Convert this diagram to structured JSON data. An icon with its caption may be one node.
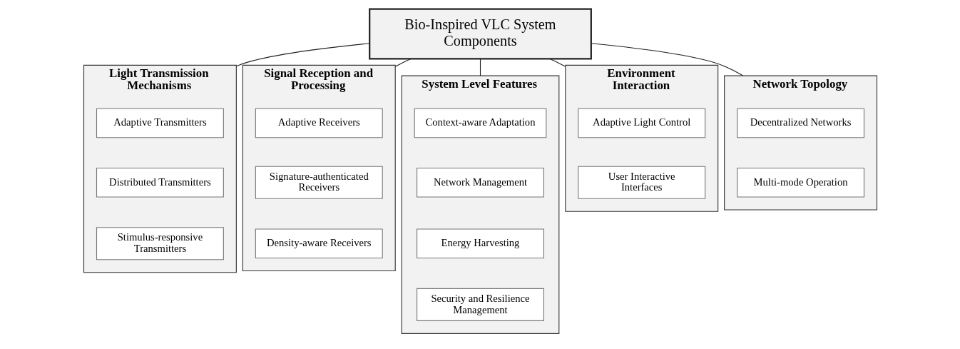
{
  "diagram": {
    "nodes": [
      {
        "text": [
          "Bio-Inspired VLC System Components"
        ]
      },
      {
        "text": [
          "Light Transmission Mechanisms"
        ]
      },
      {
        "text": [
          "Adaptive Transmitters"
        ],
        "in": 1
      },
      {
        "text": [
          "Distributed Transmitters"
        ],
        "in": 1
      },
      {
        "text": [
          "Stimulus-responsive Transmitters"
        ],
        "in": 1
      },
      {
        "text": [
          "Signal Reception and Processing"
        ]
      },
      {
        "text": [
          "Adaptive Receivers"
        ],
        "in": 5
      },
      {
        "text": [
          "Signature-authenticated Receivers"
        ],
        "in": 5
      },
      {
        "text": [
          "Density-aware Receivers"
        ],
        "in": 5
      },
      {
        "text": [
          "System Level Features"
        ]
      },
      {
        "text": [
          "Context-aware Adaptation"
        ],
        "in": 9
      },
      {
        "text": [
          "Network Management"
        ],
        "in": 9
      },
      {
        "text": [
          "Energy Harvesting"
        ],
        "in": 9
      },
      {
        "text": [
          "Security and Resilience Management"
        ],
        "in": 9
      },
      {
        "text": [
          "Environment Interaction"
        ]
      },
      {
        "text": [
          "Adaptive Light Control"
        ],
        "in": 14
      },
      {
        "text": [
          "User Interactive Interfaces"
        ],
        "in": 14
      },
      {
        "text": [
          "Network Topology"
        ]
      },
      {
        "text": [
          "Decentralized Networks"
        ],
        "in": 17
      },
      {
        "text": [
          "Multi-mode Operation"
        ],
        "in": 17
      }
    ],
    "edges": [
      {
        "from": 0,
        "to": 1,
        "arrow": "none"
      },
      {
        "from": 0,
        "to": 5,
        "arrow": "none"
      },
      {
        "from": 0,
        "to": 9,
        "arrow": "none"
      },
      {
        "from": 0,
        "to": 14,
        "arrow": "none"
      },
      {
        "from": 0,
        "to": 17,
        "arrow": "none"
      }
    ]
  }
}
